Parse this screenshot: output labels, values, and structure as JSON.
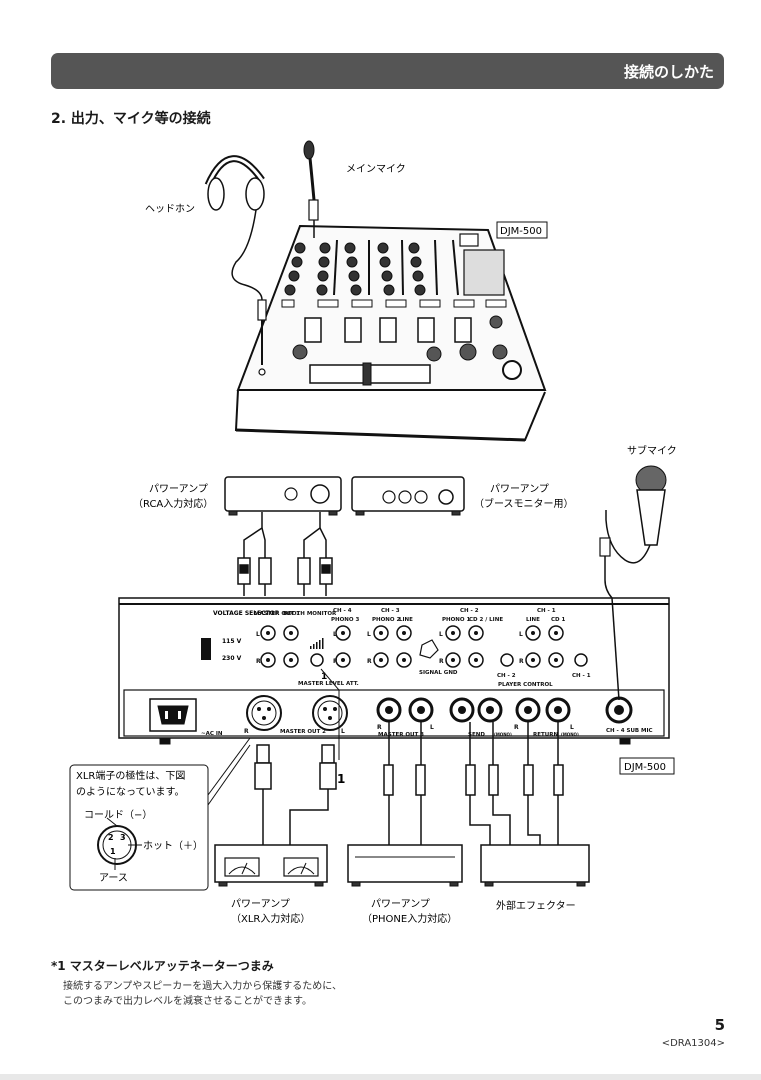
{
  "header": {
    "title": "接続のしかた"
  },
  "section": {
    "title": "2. 出力、マイク等の接続"
  },
  "labels": {
    "headphones": "ヘッドホン",
    "main_mic": "メインマイク",
    "model_top": "DJM-500",
    "model_bottom": "DJM-500",
    "sub_mic": "サブマイク",
    "amp_rca_line1": "パワーアンプ",
    "amp_rca_line2": "（RCA入力対応）",
    "amp_booth_line1": "パワーアンプ",
    "amp_booth_line2": "（ブースモニター用）",
    "amp_xlr_line1": "パワーアンプ",
    "amp_xlr_line2": "（XLR入力対応）",
    "amp_phone_line1": "パワーアンプ",
    "amp_phone_line2": "（PHONE入力対応）",
    "effector": "外部エフェクター",
    "marker_1": "1"
  },
  "panel": {
    "voltage_selector": "VOLTAGE SELECTOR",
    "v115": "115 V",
    "v230": "230 V",
    "master_out1": "MASTER OUT 1",
    "booth_monitor": "BOOTH MONITOR",
    "ch4": "CH - 4",
    "phono3": "PHONO 3",
    "ch3": "CH - 3",
    "phono2": "PHONO 2",
    "line_ch3": "LINE",
    "ch2": "CH - 2",
    "phono1": "PHONO 1",
    "cd2line": "CD 2 / LINE",
    "ch1": "CH - 1",
    "line_ch1": "LINE",
    "cd1": "CD 1",
    "signal_gnd": "SIGNAL GND",
    "master_level": "MASTER LEVEL ATT.",
    "player_control": "PLAYER CONTROL",
    "ch2_small": "CH - 2",
    "ch1_small": "CH - 1",
    "ac_in": "~AC IN",
    "master_out2": "MASTER OUT 2",
    "master_out3": "MASTER OUT 3",
    "send": "SEND",
    "return": "RETURN",
    "mono": "(MONO)",
    "ch4_submic": "CH - 4 SUB MIC",
    "l": "L",
    "r": "R"
  },
  "xlr_info": {
    "line1": "XLR端子の極性は、下図",
    "line2": "のようになっています。",
    "cold": "コールド（−）",
    "hot": "ホット（＋）",
    "earth": "アース",
    "pin1": "1",
    "pin2": "2",
    "pin3": "3"
  },
  "footnote": {
    "title": "*1 マスターレベルアッテネーターつまみ",
    "line1": "接続するアンプやスピーカーを過大入力から保護するために、",
    "line2": "このつまみで出力レベルを減衰させることができます。"
  },
  "page": {
    "number": "5",
    "code": "<DRA1304>"
  }
}
